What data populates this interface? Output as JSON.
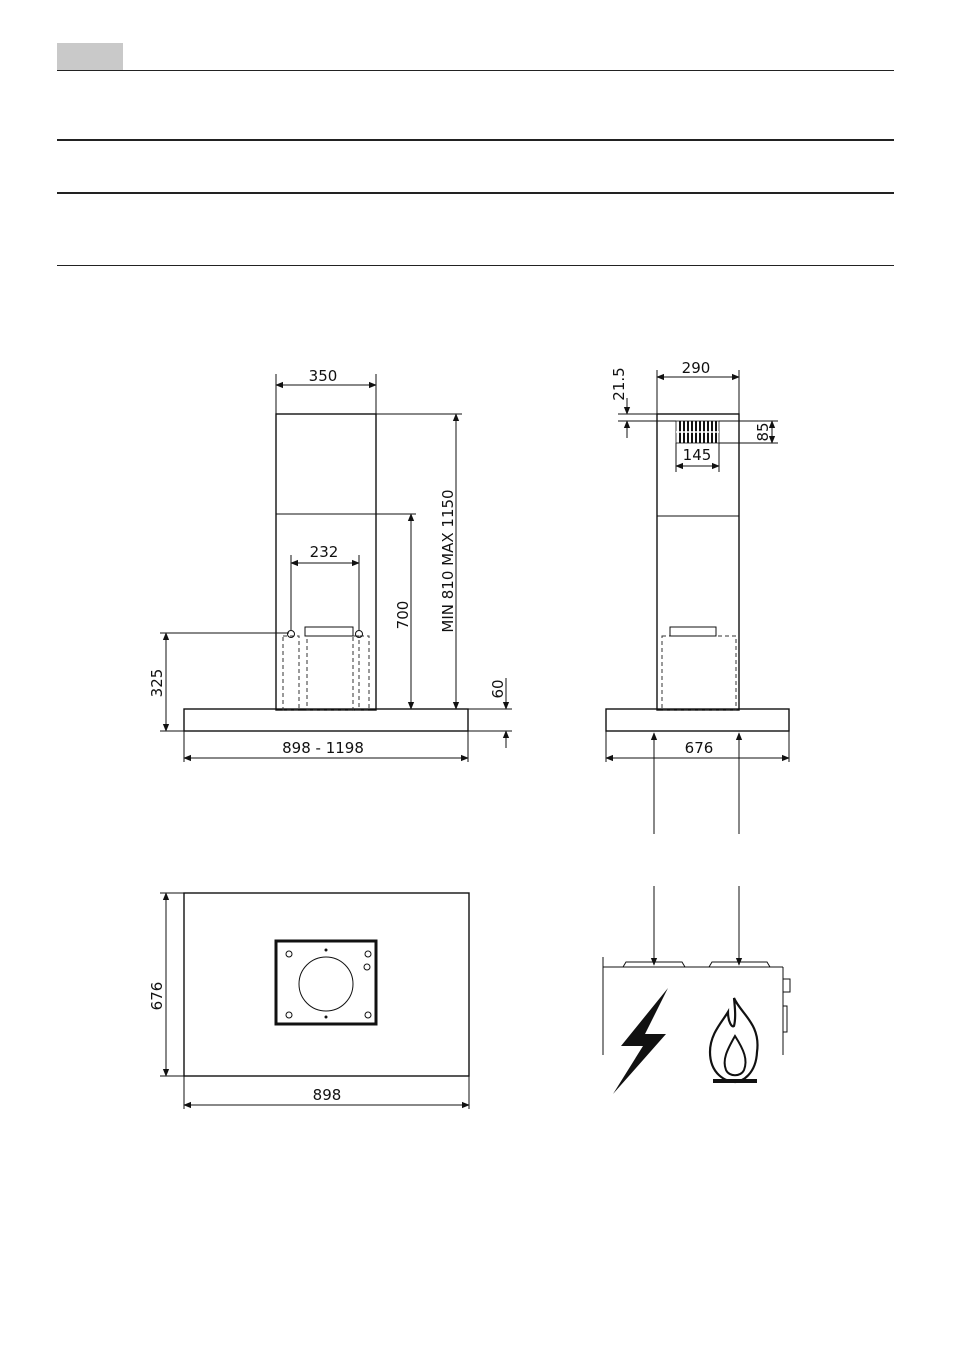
{
  "front_view": {
    "dims": {
      "chimney_width": "350",
      "bracket_spacing": "232",
      "height_range": "MIN 810   MAX 1150",
      "upper_to_canopy": "700",
      "bracket_height": "325",
      "canopy_thickness": "60",
      "width_range": "898  -  1198"
    }
  },
  "side_view": {
    "dims": {
      "chimney_depth": "290",
      "vent_offset": "21.5",
      "vent_height": "85",
      "vent_width": "145",
      "canopy_depth": "676"
    }
  },
  "plan_view": {
    "dims": {
      "depth": "676",
      "width": "898"
    }
  },
  "icons": [
    "lightning-icon",
    "flame-icon"
  ]
}
